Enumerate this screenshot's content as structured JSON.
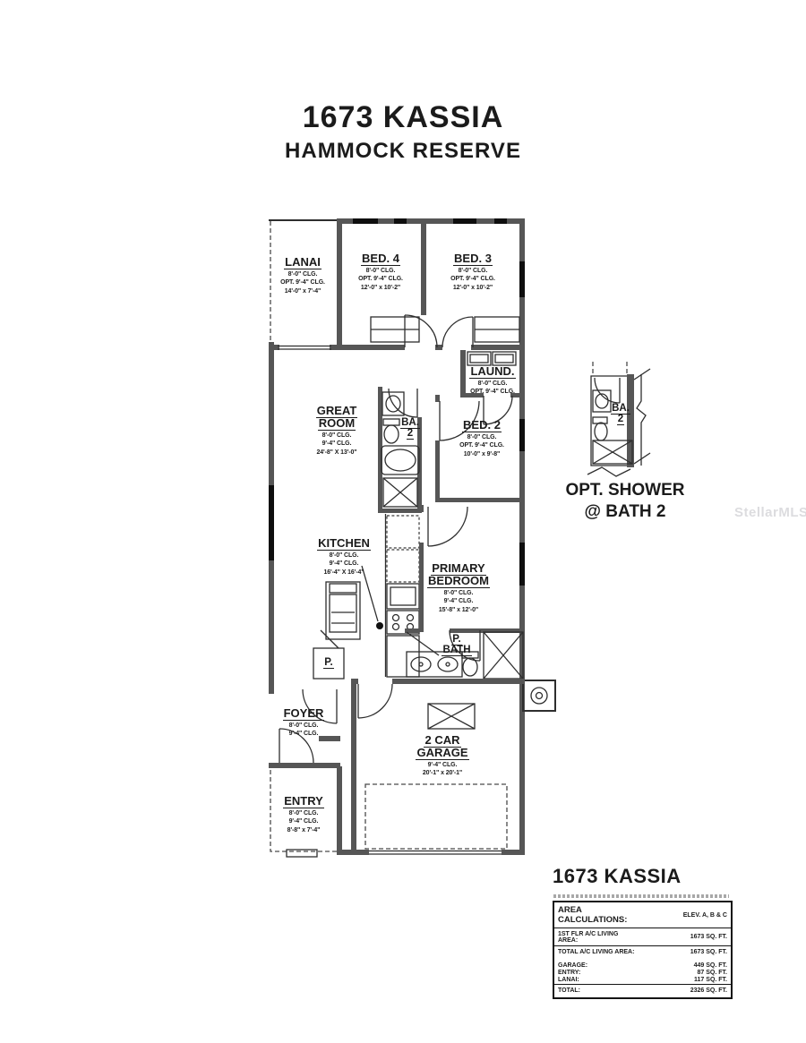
{
  "title": {
    "line1": "1673 KASSIA",
    "line2": "HAMMOCK RESERVE"
  },
  "watermark": "StellarMLS",
  "rooms": {
    "lanai": {
      "name_lines": [
        "LANAI"
      ],
      "specs": [
        "8'-0\" CLG.",
        "OPT. 9'-4\" CLG.",
        "14'-0\" x 7'-4\""
      ]
    },
    "bed4": {
      "name_lines": [
        "BED. 4"
      ],
      "specs": [
        "8'-0\" CLG.",
        "OPT. 9'-4\" CLG.",
        "12'-0\" x 10'-2\""
      ]
    },
    "bed3": {
      "name_lines": [
        "BED. 3"
      ],
      "specs": [
        "8'-0\" CLG.",
        "OPT. 9'-4\" CLG.",
        "12'-0\" x 10'-2\""
      ]
    },
    "laundry": {
      "name_lines": [
        "LAUND."
      ],
      "specs": [
        "8'-0\" CLG.",
        "OPT. 9'-4\" CLG."
      ]
    },
    "great_room": {
      "name_lines": [
        "GREAT",
        "ROOM"
      ],
      "specs": [
        "8'-0\" CLG.",
        "9'-4\" CLG.",
        "24'-8\" X 13'-0\""
      ]
    },
    "bath2_main": {
      "name_lines": [
        "BA.",
        "2"
      ]
    },
    "bed2": {
      "name_lines": [
        "BED. 2"
      ],
      "specs": [
        "8'-0\" CLG.",
        "OPT. 9'-4\" CLG.",
        "10'-0\" x 9'-8\""
      ]
    },
    "kitchen": {
      "name_lines": [
        "KITCHEN"
      ],
      "specs": [
        "8'-0\" CLG.",
        "9'-4\" CLG.",
        "16'-4\" X 16'-4\""
      ]
    },
    "primary_bedroom": {
      "name_lines": [
        "PRIMARY",
        "BEDROOM"
      ],
      "specs": [
        "8'-0\" CLG.",
        "9'-4\" CLG.",
        "15'-8\" x 12'-0\""
      ]
    },
    "primary_bath": {
      "name_lines": [
        "P.",
        "BATH"
      ]
    },
    "pantry": {
      "name_lines": [
        "P."
      ]
    },
    "foyer": {
      "name_lines": [
        "FOYER"
      ],
      "specs": [
        "8'-0\" CLG.",
        "9'-4\" CLG."
      ]
    },
    "garage": {
      "name_lines": [
        "2 CAR",
        "GARAGE"
      ],
      "specs": [
        "9'-4\" CLG.",
        "20'-1\" x 20'-1\""
      ]
    },
    "entry": {
      "name_lines": [
        "ENTRY"
      ],
      "specs": [
        "8'-0\" CLG.",
        "9'-4\" CLG.",
        "8'-8\" x 7'-4\""
      ]
    }
  },
  "detail": {
    "bath_label_lines": [
      "BA.",
      "2"
    ],
    "caption_line1": "OPT. SHOWER",
    "caption_line2": "@ BATH 2"
  },
  "summary": {
    "heading": "1673 KASSIA",
    "table": {
      "header_label": "AREA CALCULATIONS:",
      "header_value": "ELEV. A, B & C",
      "rows": [
        {
          "label": "1ST FLR A/C LIVING AREA:",
          "value": "1673 SQ. FT."
        },
        {
          "label": "TOTAL A/C LIVING AREA:",
          "value": "1673 SQ. FT."
        },
        {
          "label": "GARAGE:",
          "value": "449 SQ. FT."
        },
        {
          "label": "ENTRY:",
          "value": "87 SQ. FT."
        },
        {
          "label": "LANAI:",
          "value": "117 SQ. FT."
        },
        {
          "label": "TOTAL:",
          "value": "2326 SQ. FT."
        }
      ]
    }
  },
  "colors": {
    "wall": "#565656",
    "window": "#0e0e0e",
    "line": "#2e2e2e",
    "text": "#1b1b1b",
    "watermark": "#dcdcdf"
  }
}
